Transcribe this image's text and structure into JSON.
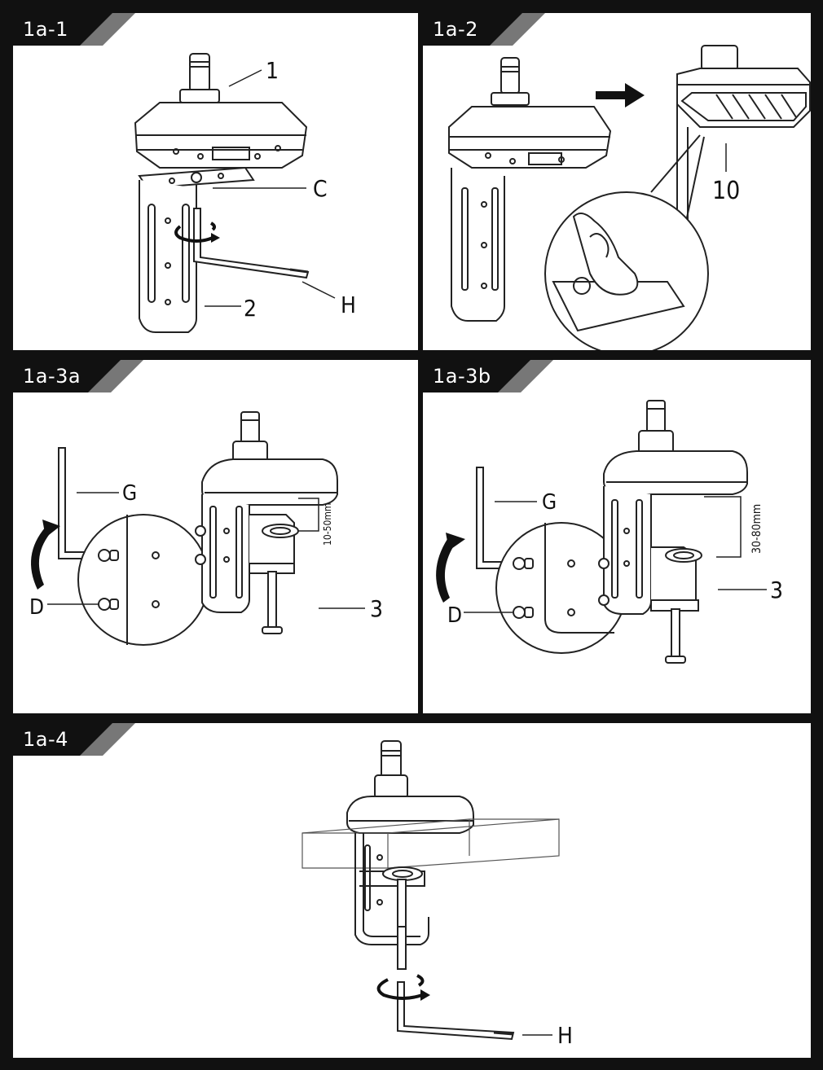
{
  "panels": [
    {
      "id": "1a-1",
      "label": "1a-1",
      "callouts": {
        "part_1": "1",
        "part_c": "C",
        "part_2": "2",
        "part_h": "H"
      }
    },
    {
      "id": "1a-2",
      "label": "1a-2",
      "callouts": {
        "part_10": "10"
      }
    },
    {
      "id": "1a-3a",
      "label": "1a-3a",
      "callouts": {
        "part_g": "G",
        "part_d": "D",
        "part_3": "3",
        "range": "10-50mm"
      }
    },
    {
      "id": "1a-3b",
      "label": "1a-3b",
      "callouts": {
        "part_g": "G",
        "part_d": "D",
        "part_3": "3",
        "range": "30-80mm"
      }
    },
    {
      "id": "1a-4",
      "label": "1a-4",
      "callouts": {
        "part_h": "H"
      }
    }
  ],
  "icons": [
    "rotate-arrow-icon",
    "right-arrow-icon",
    "allen-key-icon",
    "zoom-circle-icon"
  ],
  "colors": {
    "frame": "#111111",
    "tab_gray": "#777777",
    "line": "#222222"
  }
}
